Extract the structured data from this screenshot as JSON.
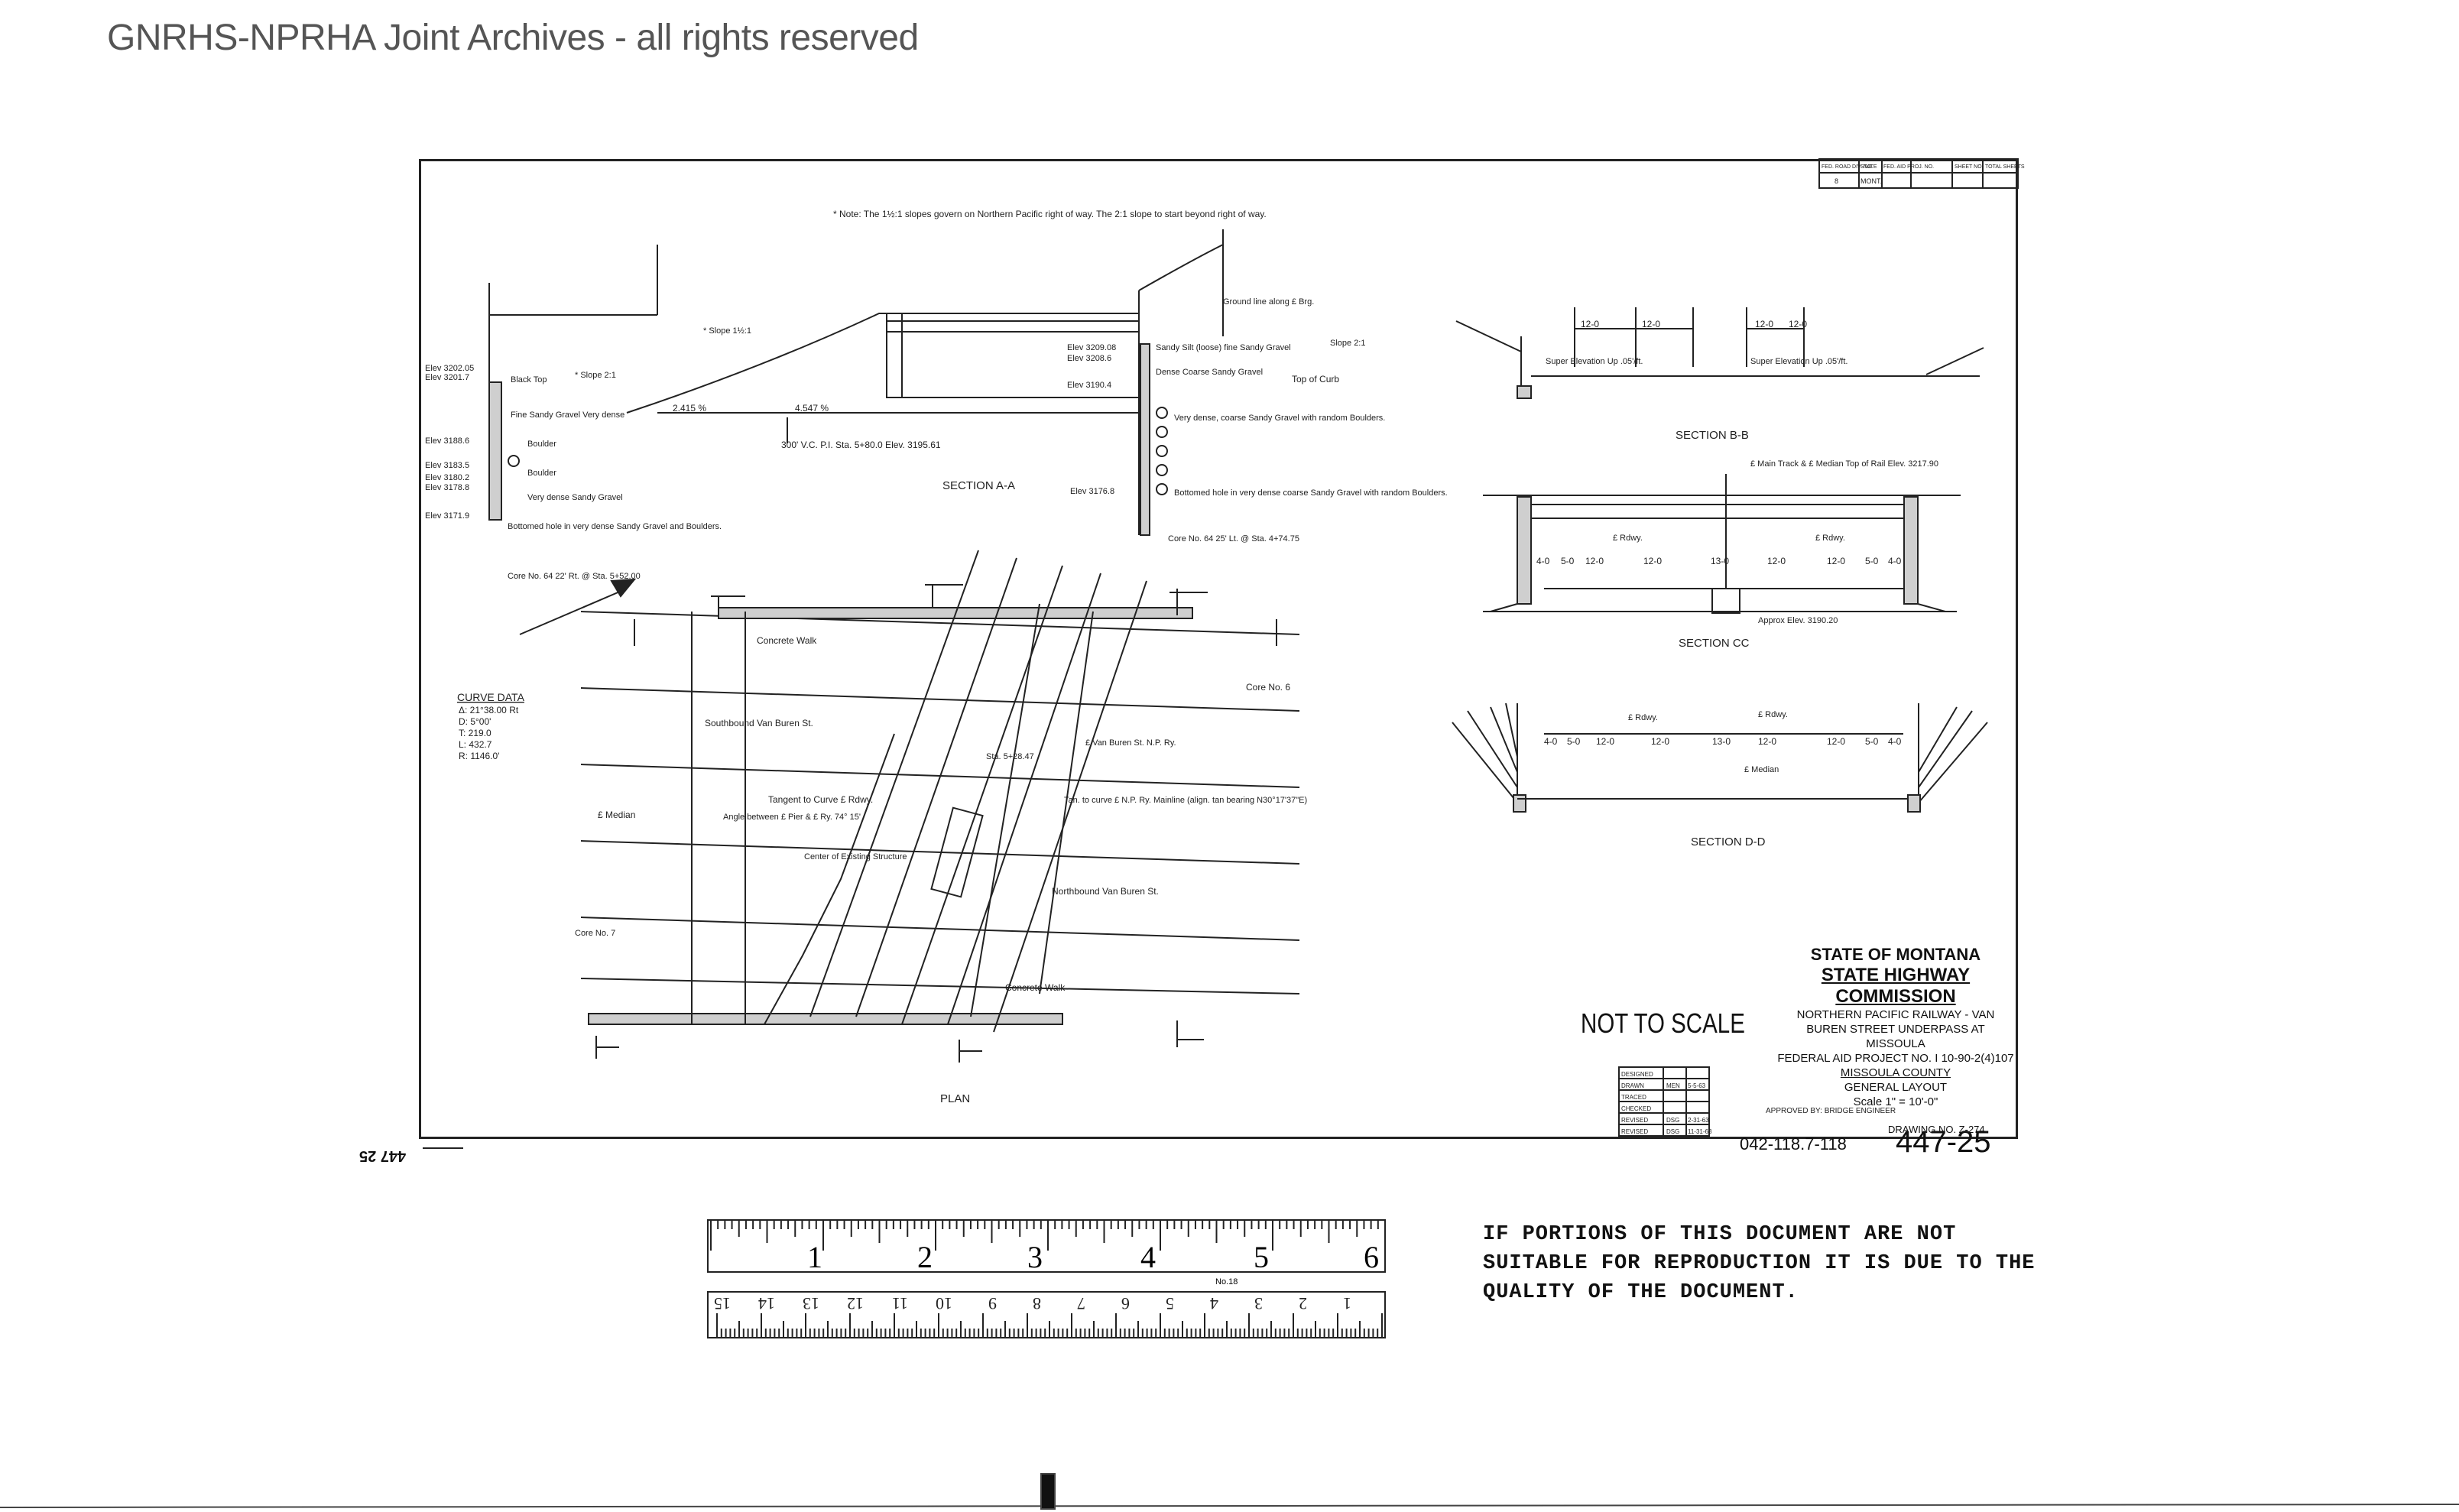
{
  "watermark": "GNRHS-NPRHA Joint Archives - all rights reserved",
  "drawing": {
    "note": "* Note: The 1½:1 slopes govern on Northern Pacific right of way. The 2:1 slope to start beyond right of way.",
    "section_labels": {
      "aa": "SECTION A-A",
      "bb": "SECTION B-B",
      "cc": "SECTION CC",
      "dd": "SECTION D-D",
      "plan": "PLAN"
    },
    "curve_data": {
      "title": "CURVE DATA",
      "lines": [
        "Δ: 21°38.00 Rt",
        "D: 5°00'",
        "T: 219.0",
        "L: 432.7",
        "R: 1146.0'"
      ]
    },
    "elevations": [
      "Elev 3202.05",
      "Elev 3201.7",
      "Elev 3188.6",
      "Elev 3183.5",
      "Elev 3180.2",
      "Elev 3178.8",
      "Elev 3171.9"
    ],
    "labels": {
      "black_top": "Black Top",
      "slope_2_1": "* Slope 2:1",
      "slope_1_5": "* Slope 1½:1",
      "fine_sandy_gravel": "Fine Sandy Gravel Very dense",
      "boulder": "Boulder",
      "very_dense_sandy_gravel": "Very dense Sandy Gravel",
      "bottomed_hole": "Bottomed hole in very dense Sandy Gravel and Boulders.",
      "core64_left": "Core No. 64 22' Rt. @ Sta. 5+52.00",
      "vc": "300' V.C. P.I. Sta. 5+80.0 Elev. 3195.61",
      "dim1": "2.415 %",
      "dim2": "4.547 %",
      "right_elev1": "Elev 3209.08",
      "right_elev2": "Elev 3208.6",
      "right_elev3": "Elev 3190.4",
      "right_elev4": "Elev 3176.8",
      "sandy_silt": "Sandy Silt (loose) fine Sandy Gravel",
      "dense_coarse": "Dense Coarse Sandy Gravel",
      "top_of_curb": "Top of Curb",
      "very_dense_coarse": "Very dense, coarse Sandy Gravel with random Boulders.",
      "bottomed_hole_right": "Bottomed hole in very dense coarse Sandy Gravel with random Boulders.",
      "core64_right": "Core No. 64 25' Lt. @ Sta. 4+74.75",
      "ground_line": "Ground line along £ Brg.",
      "slope_2_1_right": "Slope 2:1",
      "concrete_walk": "Concrete Walk",
      "south_bound": "Southbound Van Buren St.",
      "north_bound": "Northbound Van Buren St.",
      "tangent": "Tangent to Curve £ Rdwy.",
      "median": "£ Median",
      "core6": "Core No. 6",
      "core7": "Core No. 7",
      "van_buren": "£ Van Buren St. N.P. Ry.",
      "sta": "Sta. 5+28.47",
      "center_structure": "Center of Existing Structure",
      "angle": "Angle between £ Pier & £ Ry. 74° 15'",
      "tan_curve": "Tan. to curve £ N.P. Ry. Mainline (align. tan bearing N30°17'37\"E)",
      "super_elev": "Super Elevation Up .05'/ft.",
      "main_track": "£ Main Track & £ Median Top of Rail Elev. 3217.90",
      "approx_elev": "Approx Elev. 3190.20",
      "rdwy": "£ Rdwy.",
      "median_dd": "£ Median"
    },
    "dims_bb": [
      "12-0",
      "12-0",
      "12-0",
      "12-0"
    ],
    "dims_cc": [
      "4-0",
      "5-0",
      "12-0",
      "12-0",
      "13-0",
      "12-0",
      "12-0",
      "5-0",
      "4-0"
    ],
    "dims_dd": [
      "4-0",
      "5-0",
      "12-0",
      "12-0",
      "13-0",
      "12-0",
      "12-0",
      "5-0",
      "4-0"
    ]
  },
  "title_block": {
    "state": "STATE OF MONTANA",
    "commission": "STATE HIGHWAY COMMISSION",
    "line1": "NORTHERN PACIFIC RAILWAY - VAN",
    "line2": "BUREN STREET UNDERPASS AT",
    "line3": "MISSOULA",
    "line4": "FEDERAL AID PROJECT NO. I 10-90-2(4)107",
    "line5": "MISSOULA COUNTY",
    "line6": "GENERAL LAYOUT",
    "line7": "Scale 1\" = 10'-0\"",
    "approved": "APPROVED BY: BRIDGE ENGINEER",
    "drawing_no": "DRAWING NO. Z-274",
    "rev_rows": [
      [
        "DESIGNED",
        "",
        ""
      ],
      [
        "DRAWN",
        "MEN",
        "5-5-63"
      ],
      [
        "TRACED",
        "",
        ""
      ],
      [
        "CHECKED",
        "",
        ""
      ],
      [
        "REVISED",
        "DSG",
        "2-31-63"
      ],
      [
        "REVISED",
        "DSG",
        "11-31-63"
      ]
    ],
    "header_cells": [
      "FED. ROAD DIV. NO.",
      "STATE",
      "FED. AID PROJ. NO.",
      "SHEET NO.",
      "TOTAL SHEETS"
    ],
    "header_values": [
      "8",
      "MONT.",
      "",
      "",
      ""
    ]
  },
  "not_to_scale": "NOT TO SCALE",
  "file_no": "042-118.7-118",
  "sheet_no": "447-25",
  "flipped_label": "447 25",
  "ruler": {
    "inches": [
      "1",
      "2",
      "3",
      "4",
      "5",
      "6"
    ],
    "cm": [
      "15",
      "14",
      "13",
      "12",
      "11",
      "10",
      "9",
      "8",
      "7",
      "6",
      "5",
      "4",
      "3",
      "2",
      "1"
    ],
    "model": "No.18"
  },
  "quality_note": "IF PORTIONS OF THIS DOCUMENT ARE NOT SUITABLE FOR REPRODUCTION IT IS DUE TO THE QUALITY OF THE DOCUMENT."
}
